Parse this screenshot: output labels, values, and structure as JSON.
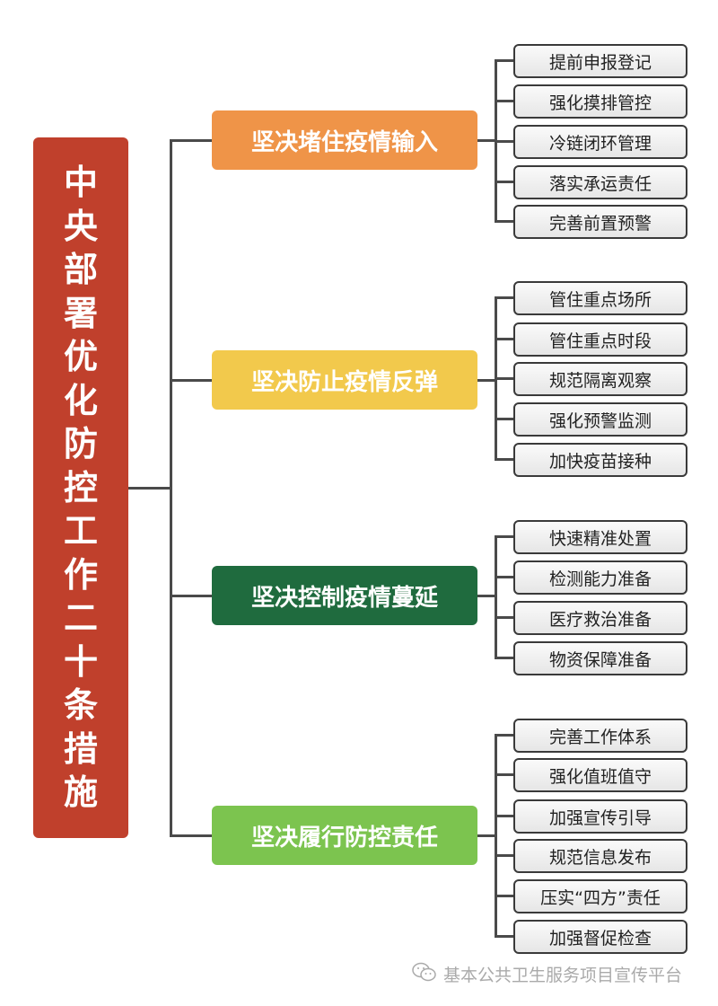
{
  "root": {
    "title": "中央部署优化防控工作二十条措施",
    "color": "#c0402c"
  },
  "categories": [
    {
      "label": "坚决堵住疫情输入",
      "color": "#ef9448",
      "items": [
        "提前申报登记",
        "强化摸排管控",
        "冷链闭环管理",
        "落实承运责任",
        "完善前置预警"
      ]
    },
    {
      "label": "坚决防止疫情反弹",
      "color": "#f2c94c",
      "items": [
        "管住重点场所",
        "管住重点时段",
        "规范隔离观察",
        "强化预警监测",
        "加快疫苗接种"
      ]
    },
    {
      "label": "坚决控制疫情蔓延",
      "color": "#1f6b3e",
      "items": [
        "快速精准处置",
        "检测能力准备",
        "医疗救治准备",
        "物资保障准备"
      ]
    },
    {
      "label": "坚决履行防控责任",
      "color": "#7cc44f",
      "items": [
        "完善工作体系",
        "强化值班值守",
        "加强宣传引导",
        "规范信息发布",
        "压实“四方”责任",
        "加强督促检查"
      ]
    }
  ],
  "watermark": {
    "text": "基本公共卫生服务项目宣传平台",
    "icon": "wechat-icon"
  }
}
